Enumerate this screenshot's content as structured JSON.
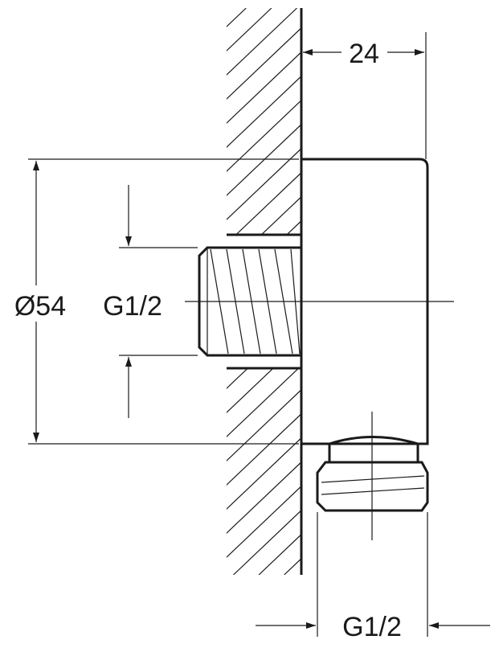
{
  "drawing": {
    "dimensions": {
      "depth": "24",
      "diameter": "Ø54",
      "inlet_thread": "G1/2",
      "outlet_thread": "G1/2"
    },
    "colors": {
      "line": "#1a1a1a",
      "background": "#ffffff"
    }
  }
}
